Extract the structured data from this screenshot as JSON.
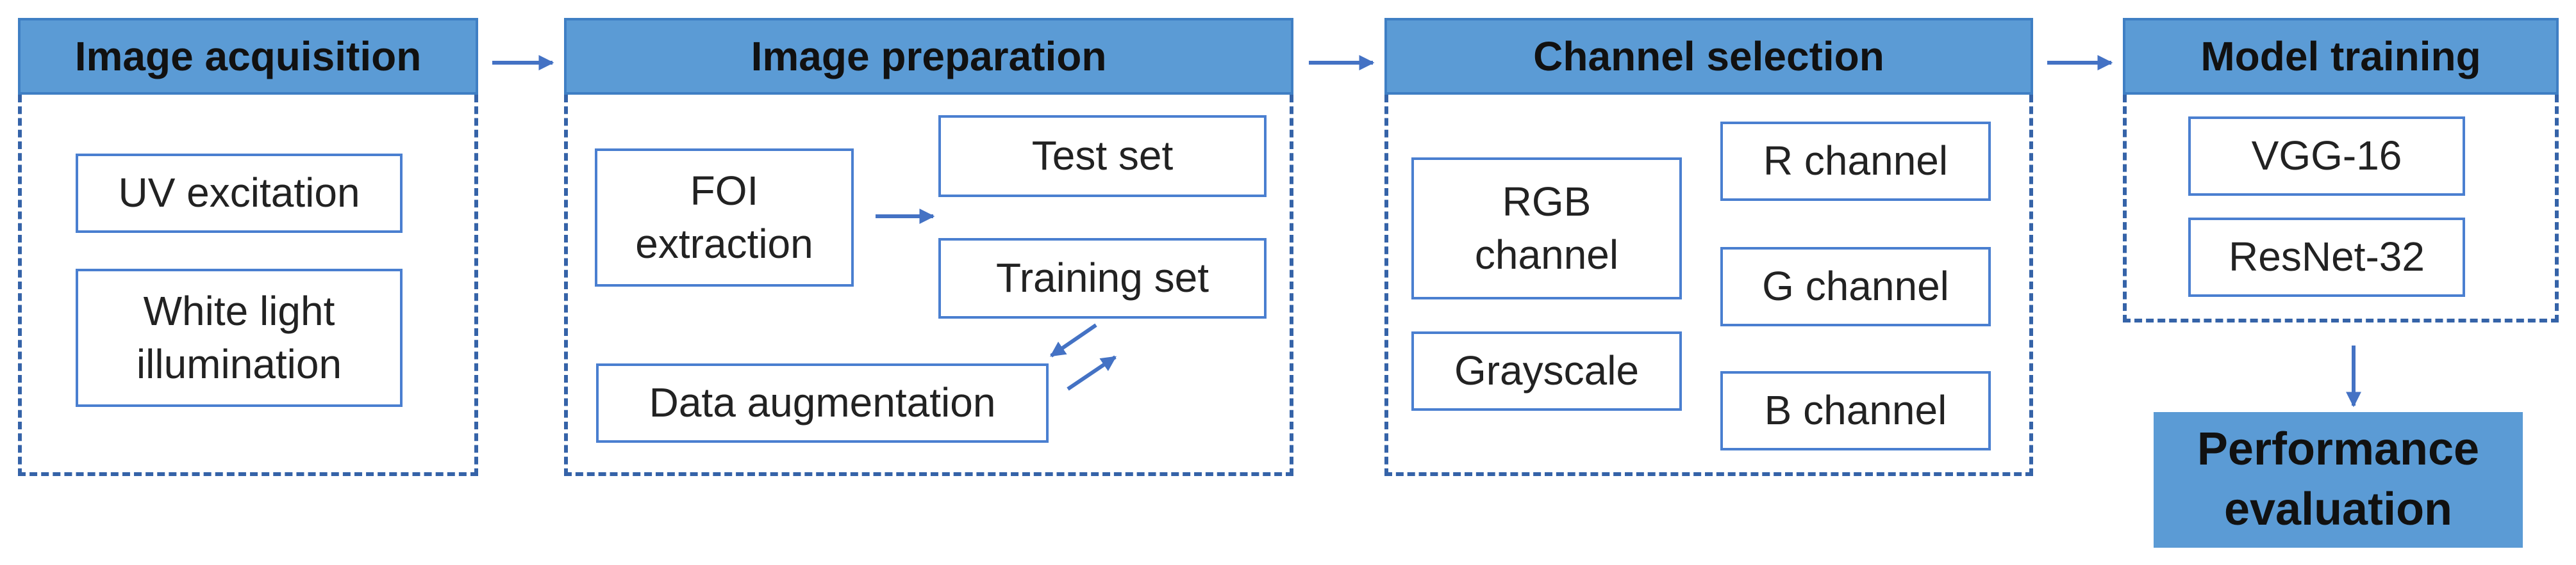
{
  "stages": {
    "acquisition": {
      "title": "Image acquisition",
      "uv": "UV excitation",
      "white_light": "White light illumination"
    },
    "preparation": {
      "title": "Image preparation",
      "foi": "FOI extraction",
      "test_set": "Test set",
      "training_set": "Training set",
      "augmentation": "Data augmentation"
    },
    "channel": {
      "title": "Channel selection",
      "rgb": "RGB channel",
      "grayscale": "Grayscale",
      "r": "R channel",
      "g": "G channel",
      "b": "B channel"
    },
    "training": {
      "title": "Model training",
      "vgg": "VGG-16",
      "resnet": "ResNet-32"
    },
    "evaluation": {
      "title": "Performance evaluation"
    }
  },
  "colors": {
    "header_fill": "#5b9bd5",
    "box_border": "#4a7fd0",
    "dashed_border": "#3563a8",
    "arrow": "#4472c4"
  }
}
